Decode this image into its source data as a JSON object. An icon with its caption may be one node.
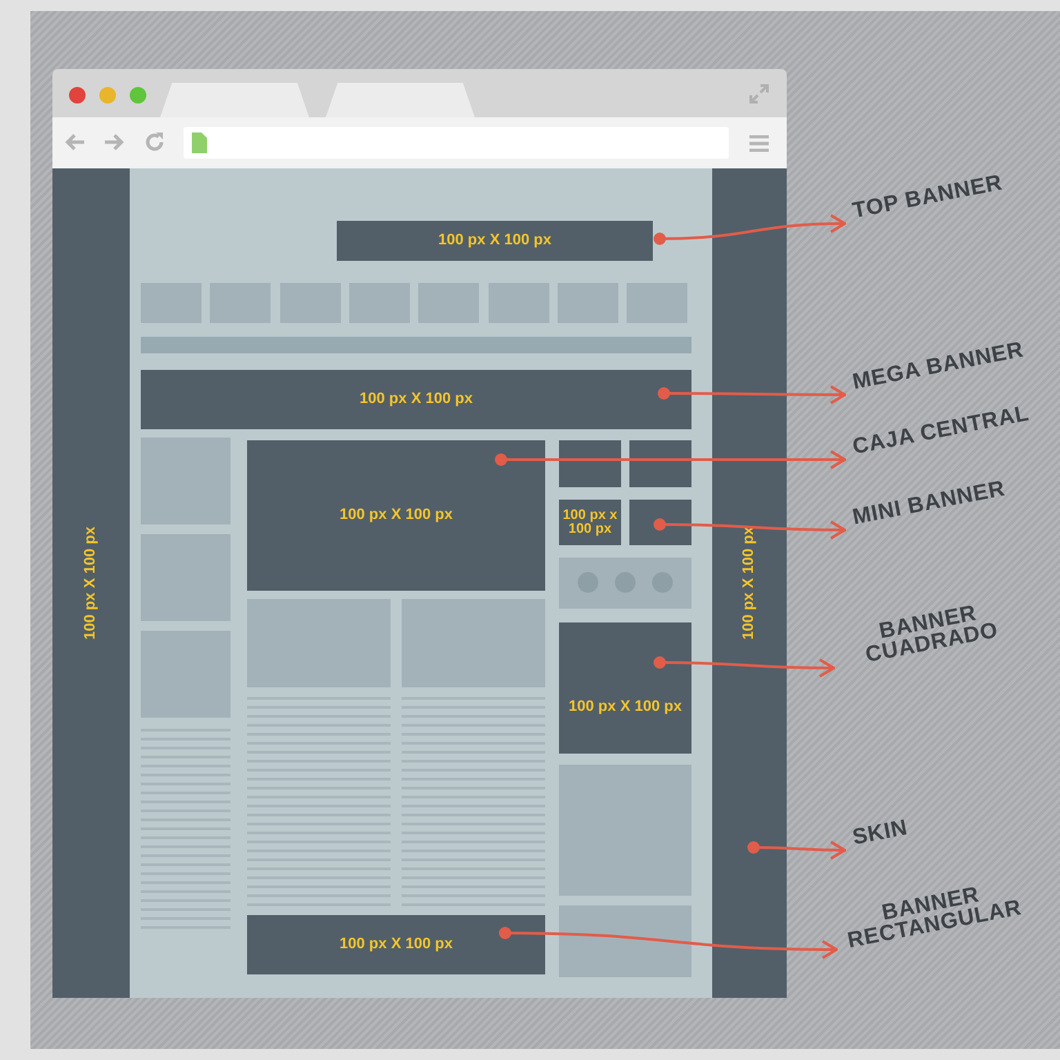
{
  "diagram": {
    "nodes": [
      {
        "text": [
          "100 px X 100 px"
        ]
      },
      {
        "text": [
          "100 px X 100 px"
        ]
      },
      {
        "text": [
          "100 px X 100 px"
        ]
      },
      {
        "text": [],
        "shape": "box"
      },
      {
        "text": [],
        "shape": "box"
      },
      {
        "text": [
          "100 px x 100 px"
        ]
      },
      {
        "text": [],
        "shape": "box"
      },
      {
        "text": [
          "100 px X 100 px"
        ]
      },
      {
        "text": [
          "100 px X 100 px"
        ]
      },
      {
        "text": [
          "100 px X 100 px"
        ]
      },
      {
        "text": [
          "100 px X 100 px"
        ]
      },
      {
        "text": [
          "TOP BANNER"
        ]
      },
      {
        "text": [
          "MEGA BANNER"
        ]
      },
      {
        "text": [
          "CAJA CENTRAL"
        ]
      },
      {
        "text": [
          "MINI BANNER"
        ]
      },
      {
        "text": [
          "BANNER CUADRADO"
        ]
      },
      {
        "text": [
          "SKIN"
        ]
      },
      {
        "text": [
          "BANNER RECTANGULAR"
        ]
      }
    ],
    "edges": [
      {
        "from": 0,
        "to": 11,
        "arrow": "to"
      },
      {
        "from": 1,
        "to": 12,
        "arrow": "to"
      },
      {
        "from": 2,
        "to": 13,
        "arrow": "to"
      },
      {
        "from": 6,
        "to": 14,
        "arrow": "to"
      },
      {
        "from": 7,
        "to": 15,
        "arrow": "to"
      },
      {
        "from": 9,
        "to": 16,
        "arrow": "to"
      },
      {
        "from": 10,
        "to": 17,
        "arrow": "to"
      }
    ]
  }
}
